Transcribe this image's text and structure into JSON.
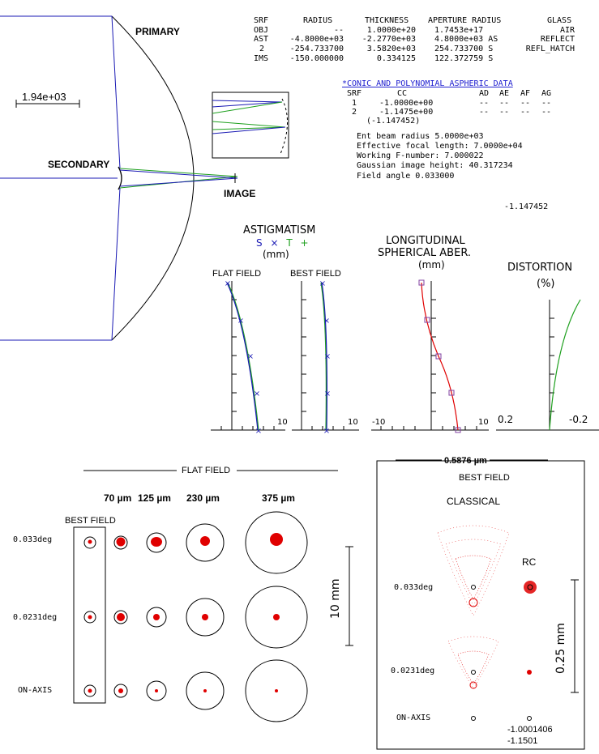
{
  "layout_labels": {
    "primary": "PRIMARY",
    "secondary": "SECONDARY",
    "image": "IMAGE",
    "scale": "1.94e+03"
  },
  "surface_table": {
    "headers": [
      "SRF",
      "RADIUS",
      "THICKNESS",
      "APERTURE RADIUS",
      "GLASS"
    ],
    "rows": [
      {
        "srf": "OBJ",
        "radius": "--",
        "thickness": "1.0000e+20",
        "aperture": "1.7453e+17",
        "glass": "AIR"
      },
      {
        "srf": "AST",
        "radius": "-4.8000e+03",
        "thickness": "-2.2770e+03",
        "aperture": "4.8000e+03 AS",
        "glass": "REFLECT"
      },
      {
        "srf": "2",
        "radius": "-254.733700",
        "thickness": "3.5820e+03",
        "aperture": "254.733700 S",
        "glass": "REFL_HATCH"
      },
      {
        "srf": "IMS",
        "radius": "-150.000000",
        "thickness": "0.334125",
        "aperture": "122.372759 S",
        "glass": ""
      }
    ]
  },
  "conic_table": {
    "title": "*CONIC AND POLYNOMIAL ASPHERIC DATA",
    "headers": [
      "SRF",
      "CC",
      "AD",
      "AE",
      "AF",
      "AG"
    ],
    "rows": [
      {
        "srf": "1",
        "cc": "-1.0000e+00",
        "ad": "--",
        "ae": "--",
        "af": "--",
        "ag": "--"
      },
      {
        "srf": "2",
        "cc": "-1.1475e+00",
        "ad": "--",
        "ae": "--",
        "af": "--",
        "ag": "--"
      }
    ],
    "note": "(-1.147452)"
  },
  "system_data": [
    "Ent beam radius  5.0000e+03",
    "Effective focal length:  7.0000e+04",
    "Working F-number:           7.000022",
    "Gaussian image height:     40.317234",
    "Field angle         0.033000"
  ],
  "cc_value": "-1.147452",
  "astigmatism": {
    "title": "ASTIGMATISM",
    "legend_s": "S",
    "legend_x": "×",
    "legend_t": "T",
    "legend_plus": "+",
    "units": "(mm)",
    "flat_field_label": "FLAT FIELD",
    "best_field_label": "BEST FIELD",
    "flat_tick": "10",
    "best_tick": "10"
  },
  "spherical": {
    "title_line1": "LONGITUDINAL",
    "title_line2": "SPHERICAL ABER.",
    "units": "(mm)",
    "tick_left": "-10",
    "tick_right": "10"
  },
  "distortion": {
    "title": "DISTORTION",
    "units": "(%)",
    "tick_left": "0.2",
    "tick_right": "-0.2"
  },
  "spot_flat": {
    "title": "FLAT FIELD",
    "sizes": [
      "70 µm",
      "125 µm",
      "230 µm",
      "375 µm"
    ],
    "best_field": "BEST FIELD",
    "fields": [
      "0.033deg",
      "0.0231deg",
      "ON-AXIS"
    ],
    "scale": "10 mm"
  },
  "spot_classical": {
    "wavelength": "0.5876 µm",
    "best_field": "BEST FIELD",
    "classical": "CLASSICAL",
    "rc": "RC",
    "fields": [
      "0.033deg",
      "0.0231deg",
      "ON-AXIS"
    ],
    "scale": "0.25 mm",
    "value1": "-1.0001406",
    "value2": "-1.1501"
  },
  "colors": {
    "blue": "#1a1ab4",
    "green": "#1fa01f",
    "red": "#e00000",
    "link": "#2020d0"
  }
}
